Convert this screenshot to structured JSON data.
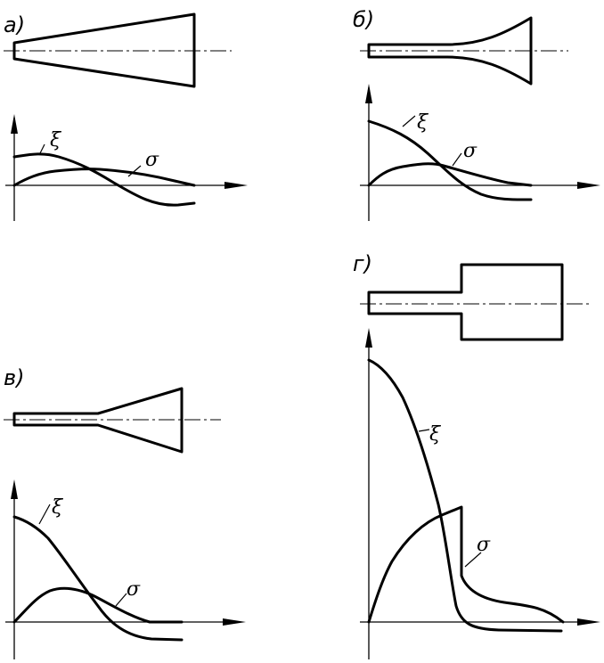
{
  "panels": [
    {
      "id": "a",
      "label": "а)",
      "xi": "ξ",
      "sigma": "σ"
    },
    {
      "id": "b",
      "label": "б)",
      "xi": "ξ",
      "sigma": "σ"
    },
    {
      "id": "v",
      "label": "в)",
      "xi": "ξ",
      "sigma": "σ"
    },
    {
      "id": "g",
      "label": "г)",
      "xi": "ξ",
      "sigma": "σ"
    }
  ]
}
